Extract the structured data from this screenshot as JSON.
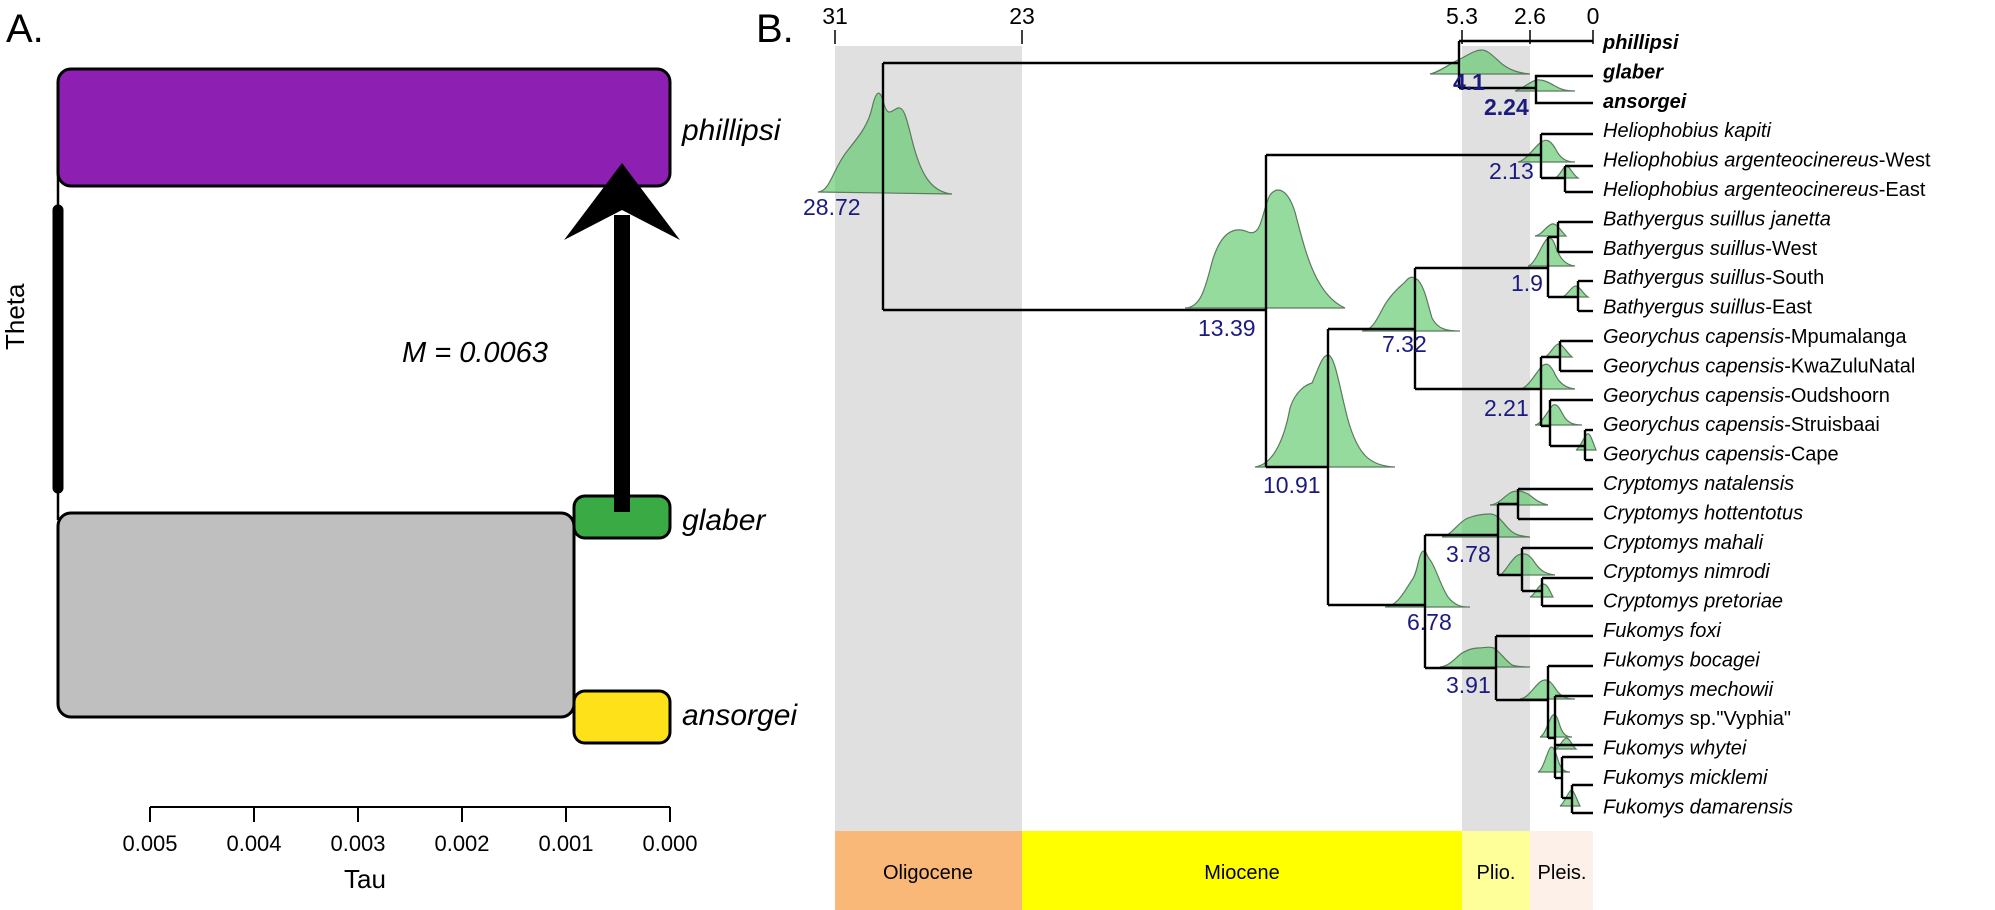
{
  "panel_a": {
    "letter": "A.",
    "y_label": "Theta",
    "x_label": "Tau",
    "x_ticks": [
      "0.005",
      "0.004",
      "0.003",
      "0.002",
      "0.001",
      "0.000"
    ],
    "migration_label": "M = 0.0063",
    "populations": [
      {
        "name": "phillipsi",
        "color": "#8e1fb3"
      },
      {
        "name": "glaber",
        "color": "#3aaa45"
      },
      {
        "name": "ansorgei",
        "color": "#ffe11a"
      }
    ],
    "ancestor_color": "#bfbfbf"
  },
  "panel_b": {
    "letter": "B.",
    "time_axis": [
      "31",
      "23",
      "5.3",
      "2.6",
      "0"
    ],
    "epochs": [
      {
        "label": "Oligocene",
        "color": "#f9b878"
      },
      {
        "label": "Miocene",
        "color": "#ffff00"
      },
      {
        "label": "Plio.",
        "color": "#ffff99"
      },
      {
        "label": "Pleis.",
        "color": "#fdf0e8"
      }
    ],
    "node_ages": [
      "28.72",
      "13.39",
      "10.91",
      "7.32",
      "6.78",
      "4.1",
      "3.78",
      "3.91",
      "2.24",
      "2.21",
      "2.13",
      "1.9"
    ],
    "taxa": [
      {
        "genus": "phillipsi",
        "rest": "",
        "bold": true
      },
      {
        "genus": "glaber",
        "rest": "",
        "bold": true
      },
      {
        "genus": "ansorgei",
        "rest": "",
        "bold": true
      },
      {
        "genus": "Heliophobius kapiti",
        "rest": "",
        "bold": false
      },
      {
        "genus": "Heliophobius argenteocinereus",
        "rest": "-West",
        "bold": false
      },
      {
        "genus": "Heliophobius argenteocinereus",
        "rest": "-East",
        "bold": false
      },
      {
        "genus": "Bathyergus suillus janetta",
        "rest": "",
        "bold": false
      },
      {
        "genus": "Bathyergus suillus",
        "rest": "-West",
        "bold": false
      },
      {
        "genus": "Bathyergus suillus",
        "rest": "-South",
        "bold": false
      },
      {
        "genus": "Bathyergus suillus",
        "rest": "-East",
        "bold": false
      },
      {
        "genus": "Georychus capensis",
        "rest": "-Mpumalanga",
        "bold": false
      },
      {
        "genus": "Georychus capensis",
        "rest": "-KwaZuluNatal",
        "bold": false
      },
      {
        "genus": "Georychus capensis",
        "rest": "-Oudshoorn",
        "bold": false
      },
      {
        "genus": "Georychus capensis",
        "rest": "-Struisbaai",
        "bold": false
      },
      {
        "genus": "Georychus capensis",
        "rest": "-Cape",
        "bold": false
      },
      {
        "genus": "Cryptomys natalensis",
        "rest": "",
        "bold": false
      },
      {
        "genus": "Cryptomys hottentotus",
        "rest": "",
        "bold": false
      },
      {
        "genus": "Cryptomys mahali",
        "rest": "",
        "bold": false
      },
      {
        "genus": "Cryptomys nimrodi",
        "rest": "",
        "bold": false
      },
      {
        "genus": "Cryptomys pretoriae",
        "rest": "",
        "bold": false
      },
      {
        "genus": "Fukomys foxi",
        "rest": "",
        "bold": false
      },
      {
        "genus": "Fukomys bocagei",
        "rest": "",
        "bold": false
      },
      {
        "genus": "Fukomys mechowii",
        "rest": "",
        "bold": false
      },
      {
        "genus": "Fukomys",
        "rest": " sp.\"Vyphia\"",
        "bold": false
      },
      {
        "genus": "Fukomys whytei",
        "rest": "",
        "bold": false
      },
      {
        "genus": "Fukomys micklemi",
        "rest": "",
        "bold": false
      },
      {
        "genus": "Fukomys damarensis",
        "rest": "",
        "bold": false
      }
    ]
  }
}
